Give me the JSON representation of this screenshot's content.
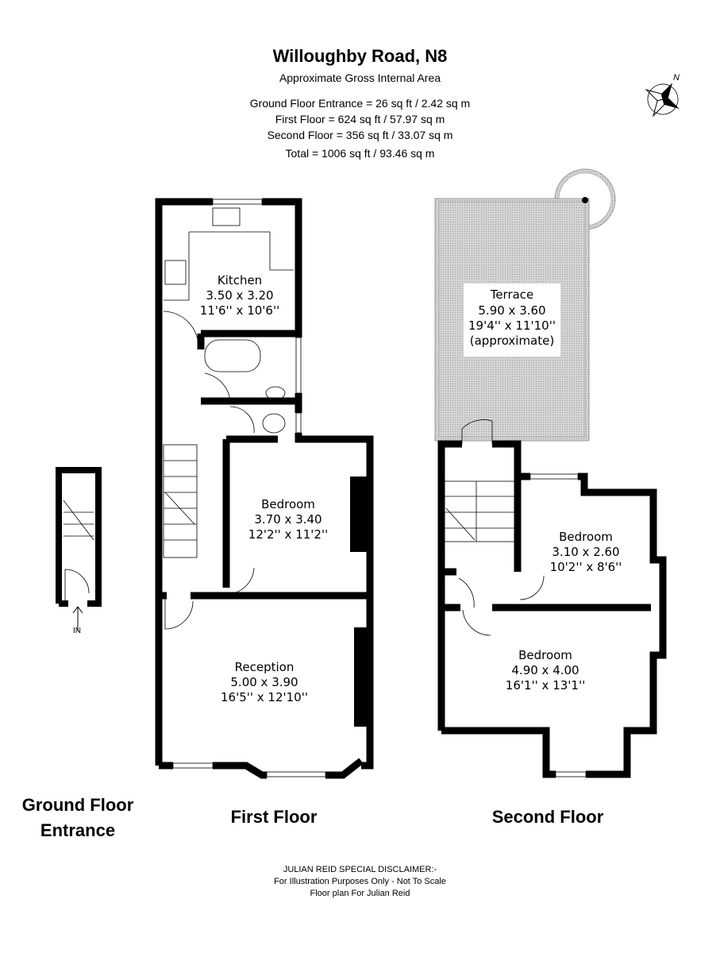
{
  "header": {
    "title": "Willoughby Road, N8",
    "subtitle": "Approximate Gross Internal Area",
    "areas": [
      "Ground Floor Entrance = 26 sq ft / 2.42 sq m",
      "First Floor = 624 sq ft / 57.97 sq m",
      "Second Floor = 356 sq ft / 33.07 sq m",
      "Total = 1006 sq ft / 93.46 sq m"
    ]
  },
  "compass": {
    "label": "N"
  },
  "rooms": {
    "kitchen": {
      "name": "Kitchen",
      "metric": "3.50 x 3.20",
      "imperial": "11'6'' x 10'6''"
    },
    "bedroom1": {
      "name": "Bedroom",
      "metric": "3.70 x 3.40",
      "imperial": "12'2'' x 11'2''"
    },
    "reception": {
      "name": "Reception",
      "metric": "5.00 x 3.90",
      "imperial": "16'5'' x 12'10''"
    },
    "terrace": {
      "name": "Terrace",
      "metric": "5.90 x 3.60",
      "imperial": "19'4'' x 11'10''",
      "note": "(approximate)"
    },
    "bedroom2": {
      "name": "Bedroom",
      "metric": "3.10 x 2.60",
      "imperial": "10'2'' x 8'6''"
    },
    "bedroom3": {
      "name": "Bedroom",
      "metric": "4.90 x 4.00",
      "imperial": "16'1'' x 13'1''"
    }
  },
  "entrance_marker": "IN",
  "floors": {
    "ground_line1": "Ground Floor",
    "ground_line2": "Entrance",
    "first": "First Floor",
    "second": "Second Floor"
  },
  "disclaimer": [
    "JULIAN REID SPECIAL DISCLAIMER:-",
    "For Illustration Purposes Only - Not To Scale",
    "Floor plan For Julian Reid"
  ]
}
